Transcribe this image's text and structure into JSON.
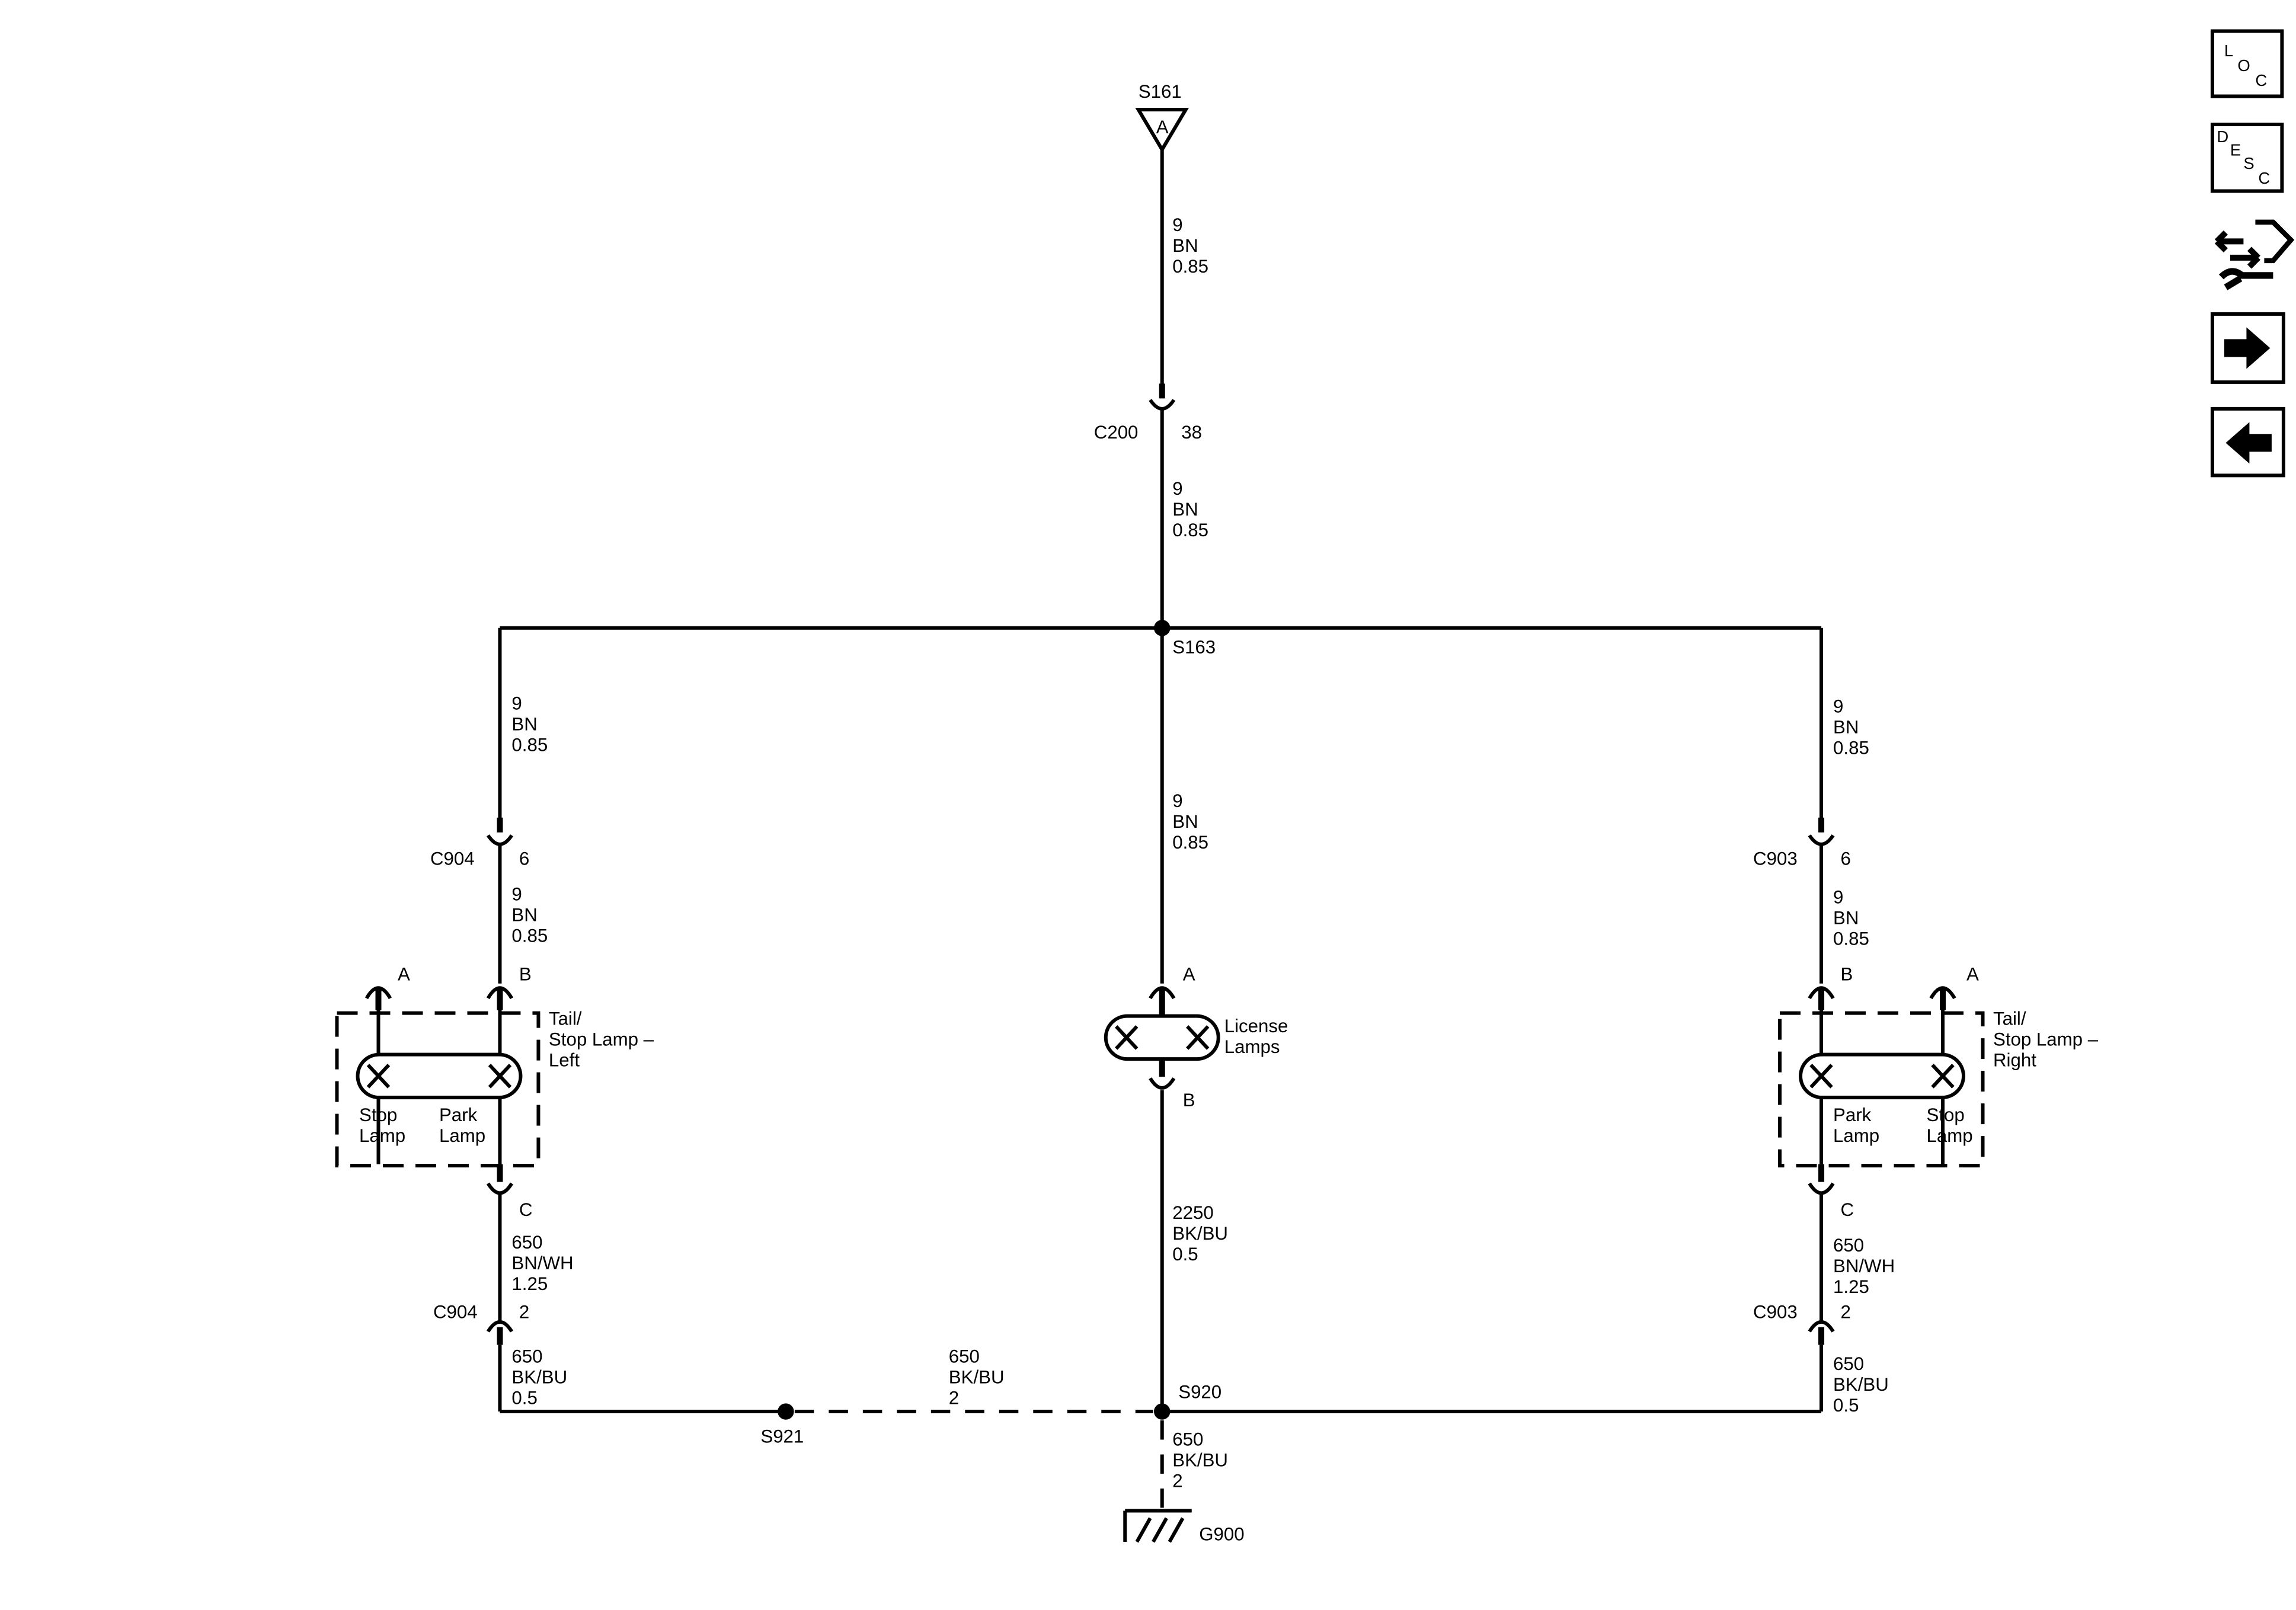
{
  "splices": {
    "s161": {
      "label": "S161",
      "pin": "A"
    },
    "s163": "S163",
    "s920": "S920",
    "s921": "S921"
  },
  "ground": "G900",
  "connectors": {
    "c200": {
      "name": "C200",
      "pin": "38"
    },
    "c904_top": {
      "name": "C904",
      "pin": "6"
    },
    "c903_top": {
      "name": "C903",
      "pin": "6"
    },
    "c904_bottom": {
      "name": "C904",
      "pin": "2"
    },
    "c903_bottom": {
      "name": "C903",
      "pin": "2"
    }
  },
  "wires": {
    "w1": {
      "circuit": "9",
      "color": "BN",
      "size": "0.85"
    },
    "w2": {
      "circuit": "9",
      "color": "BN",
      "size": "0.85"
    },
    "w_left_upper": {
      "circuit": "9",
      "color": "BN",
      "size": "0.85"
    },
    "w_center": {
      "circuit": "9",
      "color": "BN",
      "size": "0.85"
    },
    "w_right_upper": {
      "circuit": "9",
      "color": "BN",
      "size": "0.85"
    },
    "w_left_lamp": {
      "circuit": "9",
      "color": "BN",
      "size": "0.85"
    },
    "w_right_lamp": {
      "circuit": "9",
      "color": "BN",
      "size": "0.85"
    },
    "w_left_lower": {
      "circuit": "650",
      "color": "BN/WH",
      "size": "1.25"
    },
    "w_right_lower": {
      "circuit": "650",
      "color": "BN/WH",
      "size": "1.25"
    },
    "w_center_lower": {
      "circuit": "2250",
      "color": "BK/BU",
      "size": "0.5"
    },
    "w_left_ground": {
      "circuit": "650",
      "color": "BK/BU",
      "size": "0.5"
    },
    "w_right_ground": {
      "circuit": "650",
      "color": "BK/BU",
      "size": "0.5"
    },
    "w_s921": {
      "circuit": "650",
      "color": "BK/BU",
      "size": "2"
    },
    "w_g900": {
      "circuit": "650",
      "color": "BK/BU",
      "size": "2"
    }
  },
  "lamps": {
    "left": {
      "name_line1": "Tail/",
      "name_line2": "Stop Lamp –",
      "name_line3": "Left",
      "pin_a": "A",
      "pin_b": "B",
      "pin_c": "C",
      "bulb1_l1": "Stop",
      "bulb1_l2": "Lamp",
      "bulb2_l1": "Park",
      "bulb2_l2": "Lamp"
    },
    "center": {
      "name_line1": "License",
      "name_line2": "Lamps",
      "pin_a": "A",
      "pin_b": "B"
    },
    "right": {
      "name_line1": "Tail/",
      "name_line2": "Stop Lamp –",
      "name_line3": "Right",
      "pin_a": "A",
      "pin_b": "B",
      "pin_c": "C",
      "bulb1_l1": "Park",
      "bulb1_l2": "Lamp",
      "bulb2_l1": "Stop",
      "bulb2_l2": "Lamp"
    }
  },
  "nav": {
    "loc": {
      "l1": "L",
      "l2": "O",
      "l3": "C"
    },
    "desc": {
      "l1": "D",
      "l2": "E",
      "l3": "S",
      "l4": "C"
    },
    "connector_icon": "connector-end-view-icon",
    "next_icon": "arrow-right-icon",
    "prev_icon": "arrow-left-icon"
  }
}
